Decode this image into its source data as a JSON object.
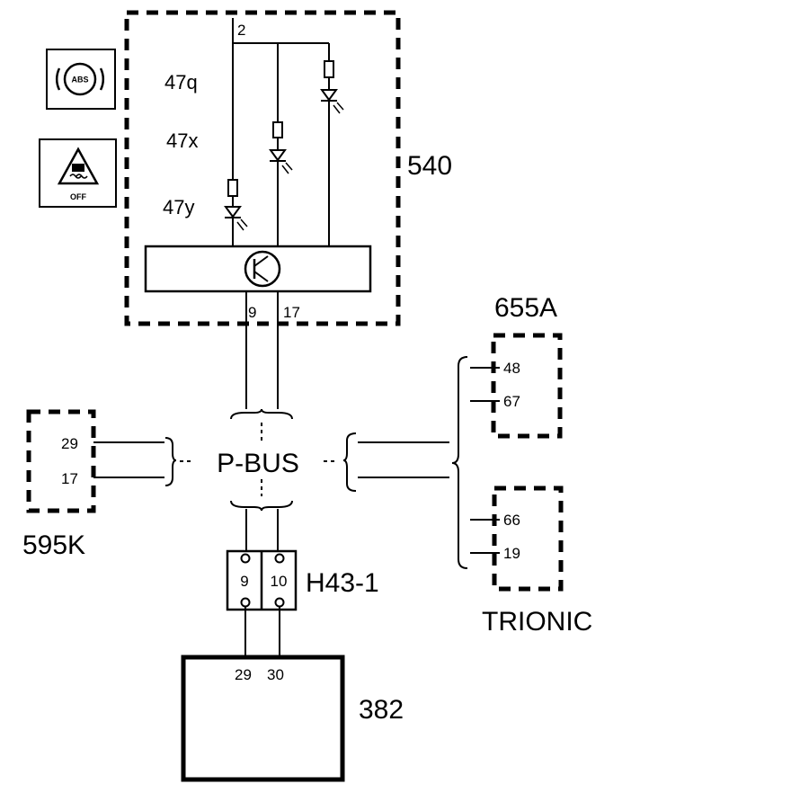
{
  "modules": {
    "m540": {
      "name": "540",
      "branch_pin": "2",
      "indicators": [
        "47q",
        "47x",
        "47y"
      ],
      "pins": [
        "9",
        "17"
      ]
    },
    "m655a": {
      "name": "655A",
      "pins": [
        "48",
        "67"
      ]
    },
    "trionic": {
      "name": "TRIONIC",
      "pins": [
        "66",
        "19"
      ]
    },
    "m595k": {
      "name": "595K",
      "pins": [
        "29",
        "17"
      ]
    },
    "h43": {
      "name": "H43-1",
      "pins": [
        "9",
        "10"
      ]
    },
    "m382": {
      "name": "382",
      "pins": [
        "29",
        "30"
      ]
    }
  },
  "bus": {
    "label": "P-BUS"
  },
  "icons": {
    "abs": {
      "name": "abs-warning-icon",
      "text": "ABS"
    },
    "traction": {
      "name": "traction-control-off-icon",
      "text": "OFF"
    }
  },
  "colors": {
    "line": "#000000",
    "background": "#ffffff"
  }
}
